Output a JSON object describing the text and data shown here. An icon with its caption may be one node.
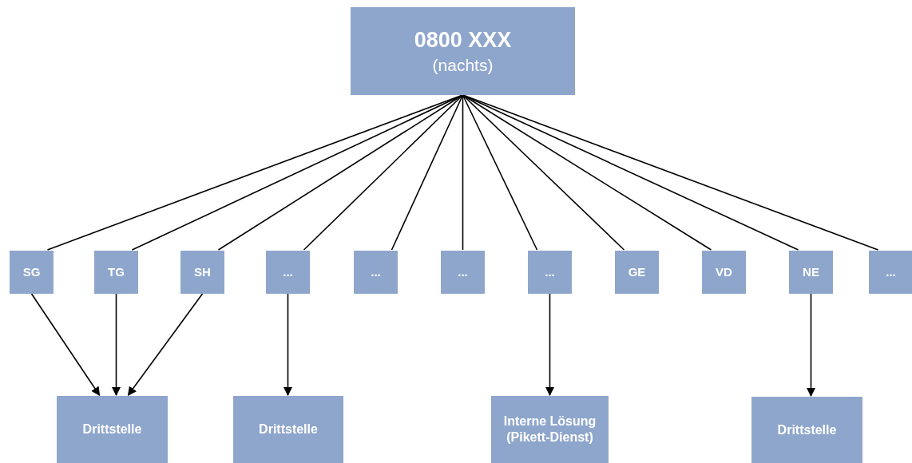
{
  "diagram": {
    "nodes": [
      {
        "text": [
          "0800 XXX",
          "(nachts)"
        ]
      },
      {
        "text": [
          "SG"
        ]
      },
      {
        "text": [
          "TG"
        ]
      },
      {
        "text": [
          "SH"
        ]
      },
      {
        "text": [
          "..."
        ]
      },
      {
        "text": [
          "..."
        ]
      },
      {
        "text": [
          "..."
        ]
      },
      {
        "text": [
          "..."
        ]
      },
      {
        "text": [
          "GE"
        ]
      },
      {
        "text": [
          "VD"
        ]
      },
      {
        "text": [
          "NE"
        ]
      },
      {
        "text": [
          "..."
        ]
      },
      {
        "text": [
          "Drittstelle"
        ]
      },
      {
        "text": [
          "Drittstelle"
        ]
      },
      {
        "text": [
          "Interne Lösung (Pikett-Dienst)"
        ]
      },
      {
        "text": [
          "Drittstelle"
        ]
      }
    ],
    "edges": [
      {
        "from": 0,
        "to": 1,
        "arrow": "none"
      },
      {
        "from": 0,
        "to": 2,
        "arrow": "none"
      },
      {
        "from": 0,
        "to": 3,
        "arrow": "none"
      },
      {
        "from": 0,
        "to": 4,
        "arrow": "none"
      },
      {
        "from": 0,
        "to": 5,
        "arrow": "none"
      },
      {
        "from": 0,
        "to": 6,
        "arrow": "none"
      },
      {
        "from": 0,
        "to": 7,
        "arrow": "none"
      },
      {
        "from": 0,
        "to": 8,
        "arrow": "none"
      },
      {
        "from": 0,
        "to": 9,
        "arrow": "none"
      },
      {
        "from": 0,
        "to": 10,
        "arrow": "none"
      },
      {
        "from": 0,
        "to": 11,
        "arrow": "none"
      },
      {
        "from": 1,
        "to": 12,
        "arrow": "to"
      },
      {
        "from": 2,
        "to": 12,
        "arrow": "to"
      },
      {
        "from": 3,
        "to": 12,
        "arrow": "to"
      },
      {
        "from": 4,
        "to": 13,
        "arrow": "to"
      },
      {
        "from": 7,
        "to": 14,
        "arrow": "to"
      },
      {
        "from": 10,
        "to": 15,
        "arrow": "to"
      }
    ]
  }
}
